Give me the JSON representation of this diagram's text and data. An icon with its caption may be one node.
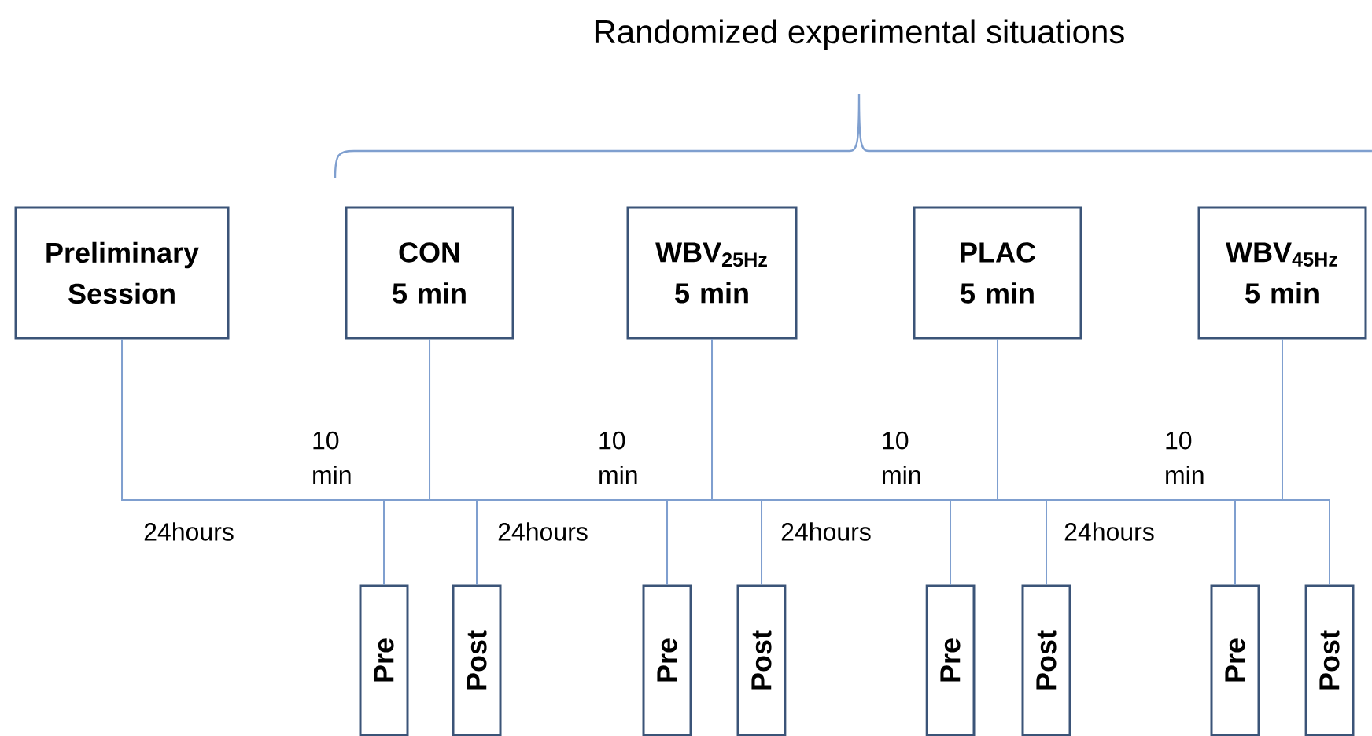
{
  "diagram": {
    "title": "Randomized experimental situations",
    "nodes": [
      {
        "text": [
          "Preliminary Session"
        ]
      },
      {
        "text": [
          "CON 5 min"
        ]
      },
      {
        "text": [
          "WBV$_{25Hz}$ 5 min"
        ]
      },
      {
        "text": [
          "PLAC 5 min"
        ]
      },
      {
        "text": [
          "WBV$_{45Hz}$ 5 min"
        ]
      },
      {
        "text": [
          "Pre"
        ]
      },
      {
        "text": [
          "Post"
        ]
      },
      {
        "text": [
          "Pre"
        ]
      },
      {
        "text": [
          "Post"
        ]
      },
      {
        "text": [
          "Pre"
        ]
      },
      {
        "text": [
          "Post"
        ]
      },
      {
        "text": [
          "Pre"
        ]
      },
      {
        "text": [
          "Post"
        ]
      }
    ],
    "edges": [
      {
        "from": 0,
        "to": 5,
        "arrow": "none"
      },
      {
        "from": 1,
        "to": 5,
        "arrow": "none"
      },
      {
        "from": 1,
        "to": 6,
        "arrow": "none"
      },
      {
        "from": 6,
        "to": 7,
        "arrow": "none"
      },
      {
        "from": 2,
        "to": 7,
        "arrow": "none"
      },
      {
        "from": 2,
        "to": 8,
        "arrow": "none"
      },
      {
        "from": 8,
        "to": 9,
        "arrow": "none"
      },
      {
        "from": 3,
        "to": 9,
        "arrow": "none"
      },
      {
        "from": 3,
        "to": 10,
        "arrow": "none"
      },
      {
        "from": 10,
        "to": 11,
        "arrow": "none"
      },
      {
        "from": 4,
        "to": 11,
        "arrow": "none"
      },
      {
        "from": 4,
        "to": 12,
        "arrow": "none"
      }
    ],
    "labels": [
      "10 min",
      "10 min",
      "10 min",
      "10 min",
      "24hours",
      "24hours",
      "24hours",
      "24hours"
    ]
  }
}
